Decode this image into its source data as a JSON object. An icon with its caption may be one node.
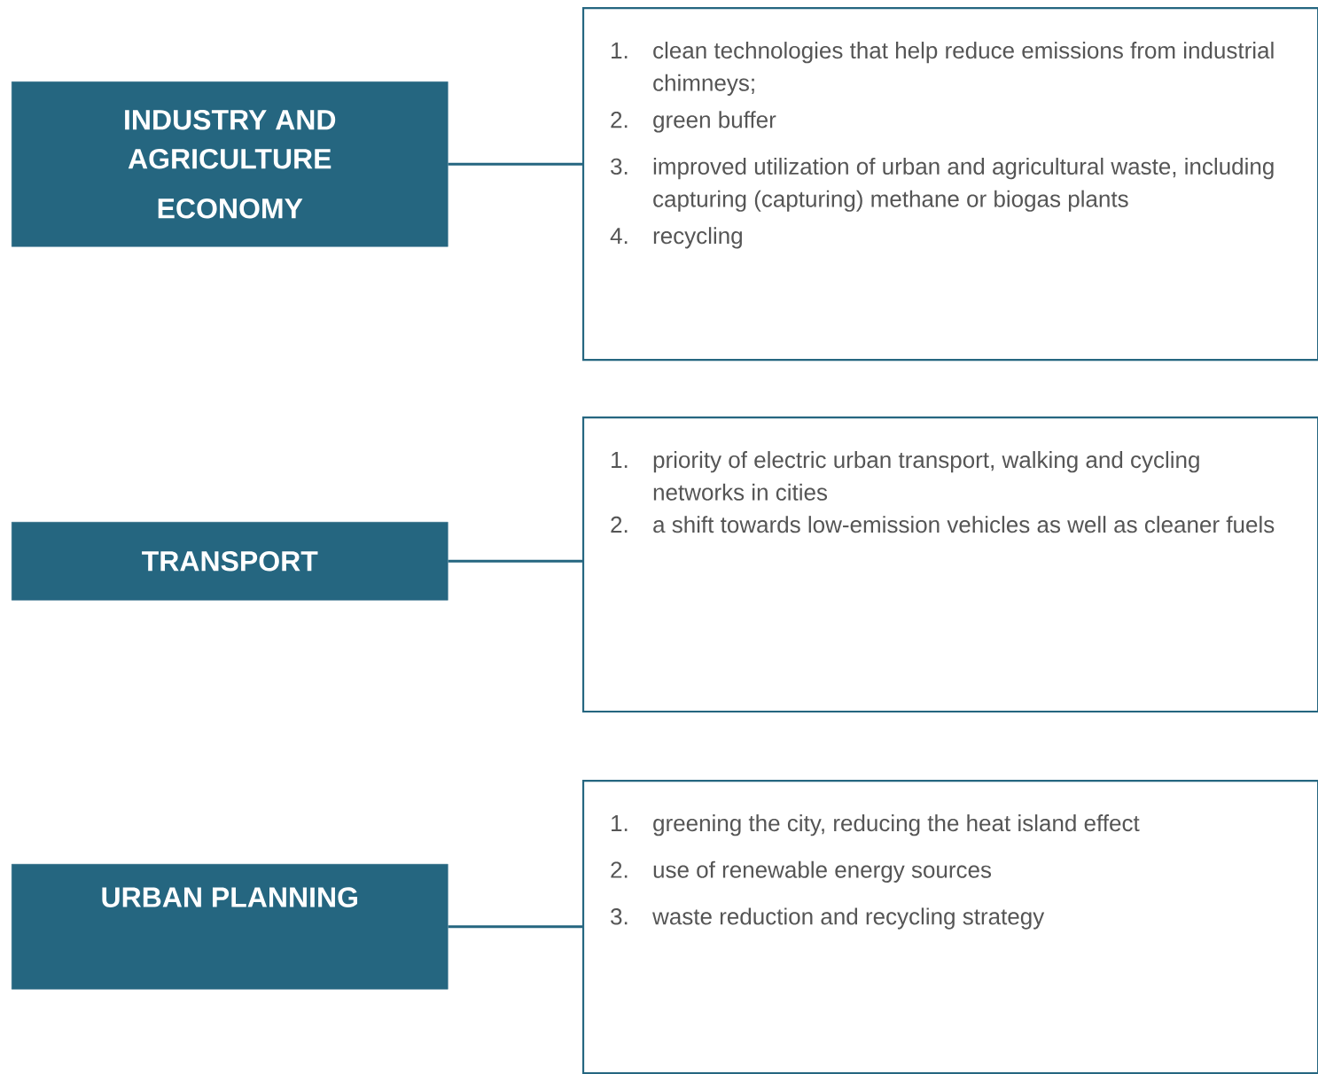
{
  "diagram": {
    "nodes": [
      {
        "text": [
          "INDUSTRY AND AGRICULTURE",
          "ECONOMY"
        ]
      },
      {
        "text": [
          "1.",
          "clean technologies that help reduce emissions from industrial chimneys;",
          "2.",
          "green buffer",
          "3.",
          "improved utilization of urban and agricultural waste, including capturing (capturing) methane or biogas plants",
          "4.",
          "recycling"
        ]
      },
      {
        "text": [
          "TRANSPORT"
        ]
      },
      {
        "text": [
          "1.",
          "priority of electric urban transport, walking and cycling networks in cities",
          "2.",
          "a shift towards low-emission vehicles as well as cleaner fuels"
        ]
      },
      {
        "text": [
          "URBAN PLANNING"
        ]
      },
      {
        "text": [
          "1.",
          "greening the city, reducing the heat island effect",
          "2.",
          "use of renewable energy sources",
          "3.",
          "waste reduction and recycling strategy"
        ]
      }
    ],
    "edges": [
      {
        "from": 0,
        "to": 1,
        "arrow": "none"
      },
      {
        "from": 2,
        "to": 3,
        "arrow": "none"
      },
      {
        "from": 4,
        "to": 5,
        "arrow": "none"
      }
    ]
  }
}
